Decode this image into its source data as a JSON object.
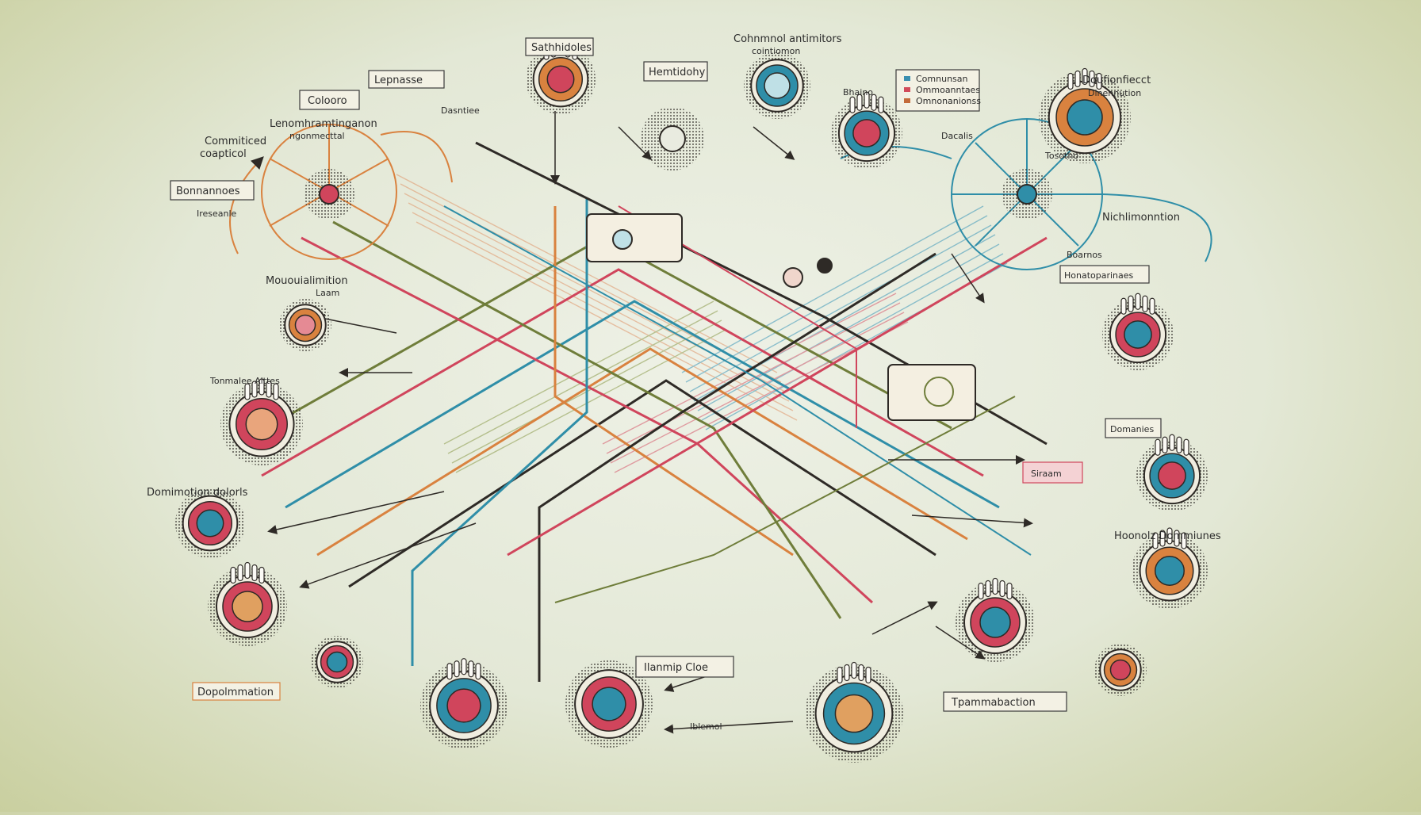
{
  "labels": {
    "t1": "Cohnmnol antimitors",
    "t1b": "cointiomon",
    "t2": "Sathhidoles",
    "t3": "Lepnasse",
    "t4": "Colooro",
    "t5": "Lenomhramtinganon",
    "t5b": "ngonmecttal",
    "t6": "Commiticed",
    "t6b": "coapticol",
    "t7": "Bonnannoes",
    "t8": "Ireseanle",
    "t9": "Hemtidohy",
    "t10": "Doufionfiecct",
    "t10b": "Dinennution",
    "t11": "Nichlimonntion",
    "t12": "Honatoparinaes",
    "t13": "Mououialimition",
    "t13b": "Laam",
    "t14": "Tonmalee Alttes",
    "t15": "Domimotion dolorls",
    "t16": "Hoonolz Dommiunes",
    "t17": "Siraam",
    "t18": "Domanies",
    "t19": "Dopolmmation",
    "t20": "Ilanmip Cloe",
    "t21": "Tpammabaction",
    "t22": "Iblemol",
    "t23": "Dasntiee",
    "t24": "Dacalis",
    "t25": "Tosotho",
    "t26": "Bhaino",
    "t27": "Boarnos"
  },
  "legend": {
    "items": [
      "Comnunsan",
      "Ommoanntaes",
      "Omnonanionss"
    ],
    "colors": [
      "#3a8fb0",
      "#d24b5a",
      "#c46a3a"
    ]
  },
  "colors": {
    "teal": "#2f8ea8",
    "red": "#d0455c",
    "orange": "#d9823f",
    "olive": "#6f7d3a",
    "dark": "#2e2a26",
    "pink": "#e58a94"
  }
}
